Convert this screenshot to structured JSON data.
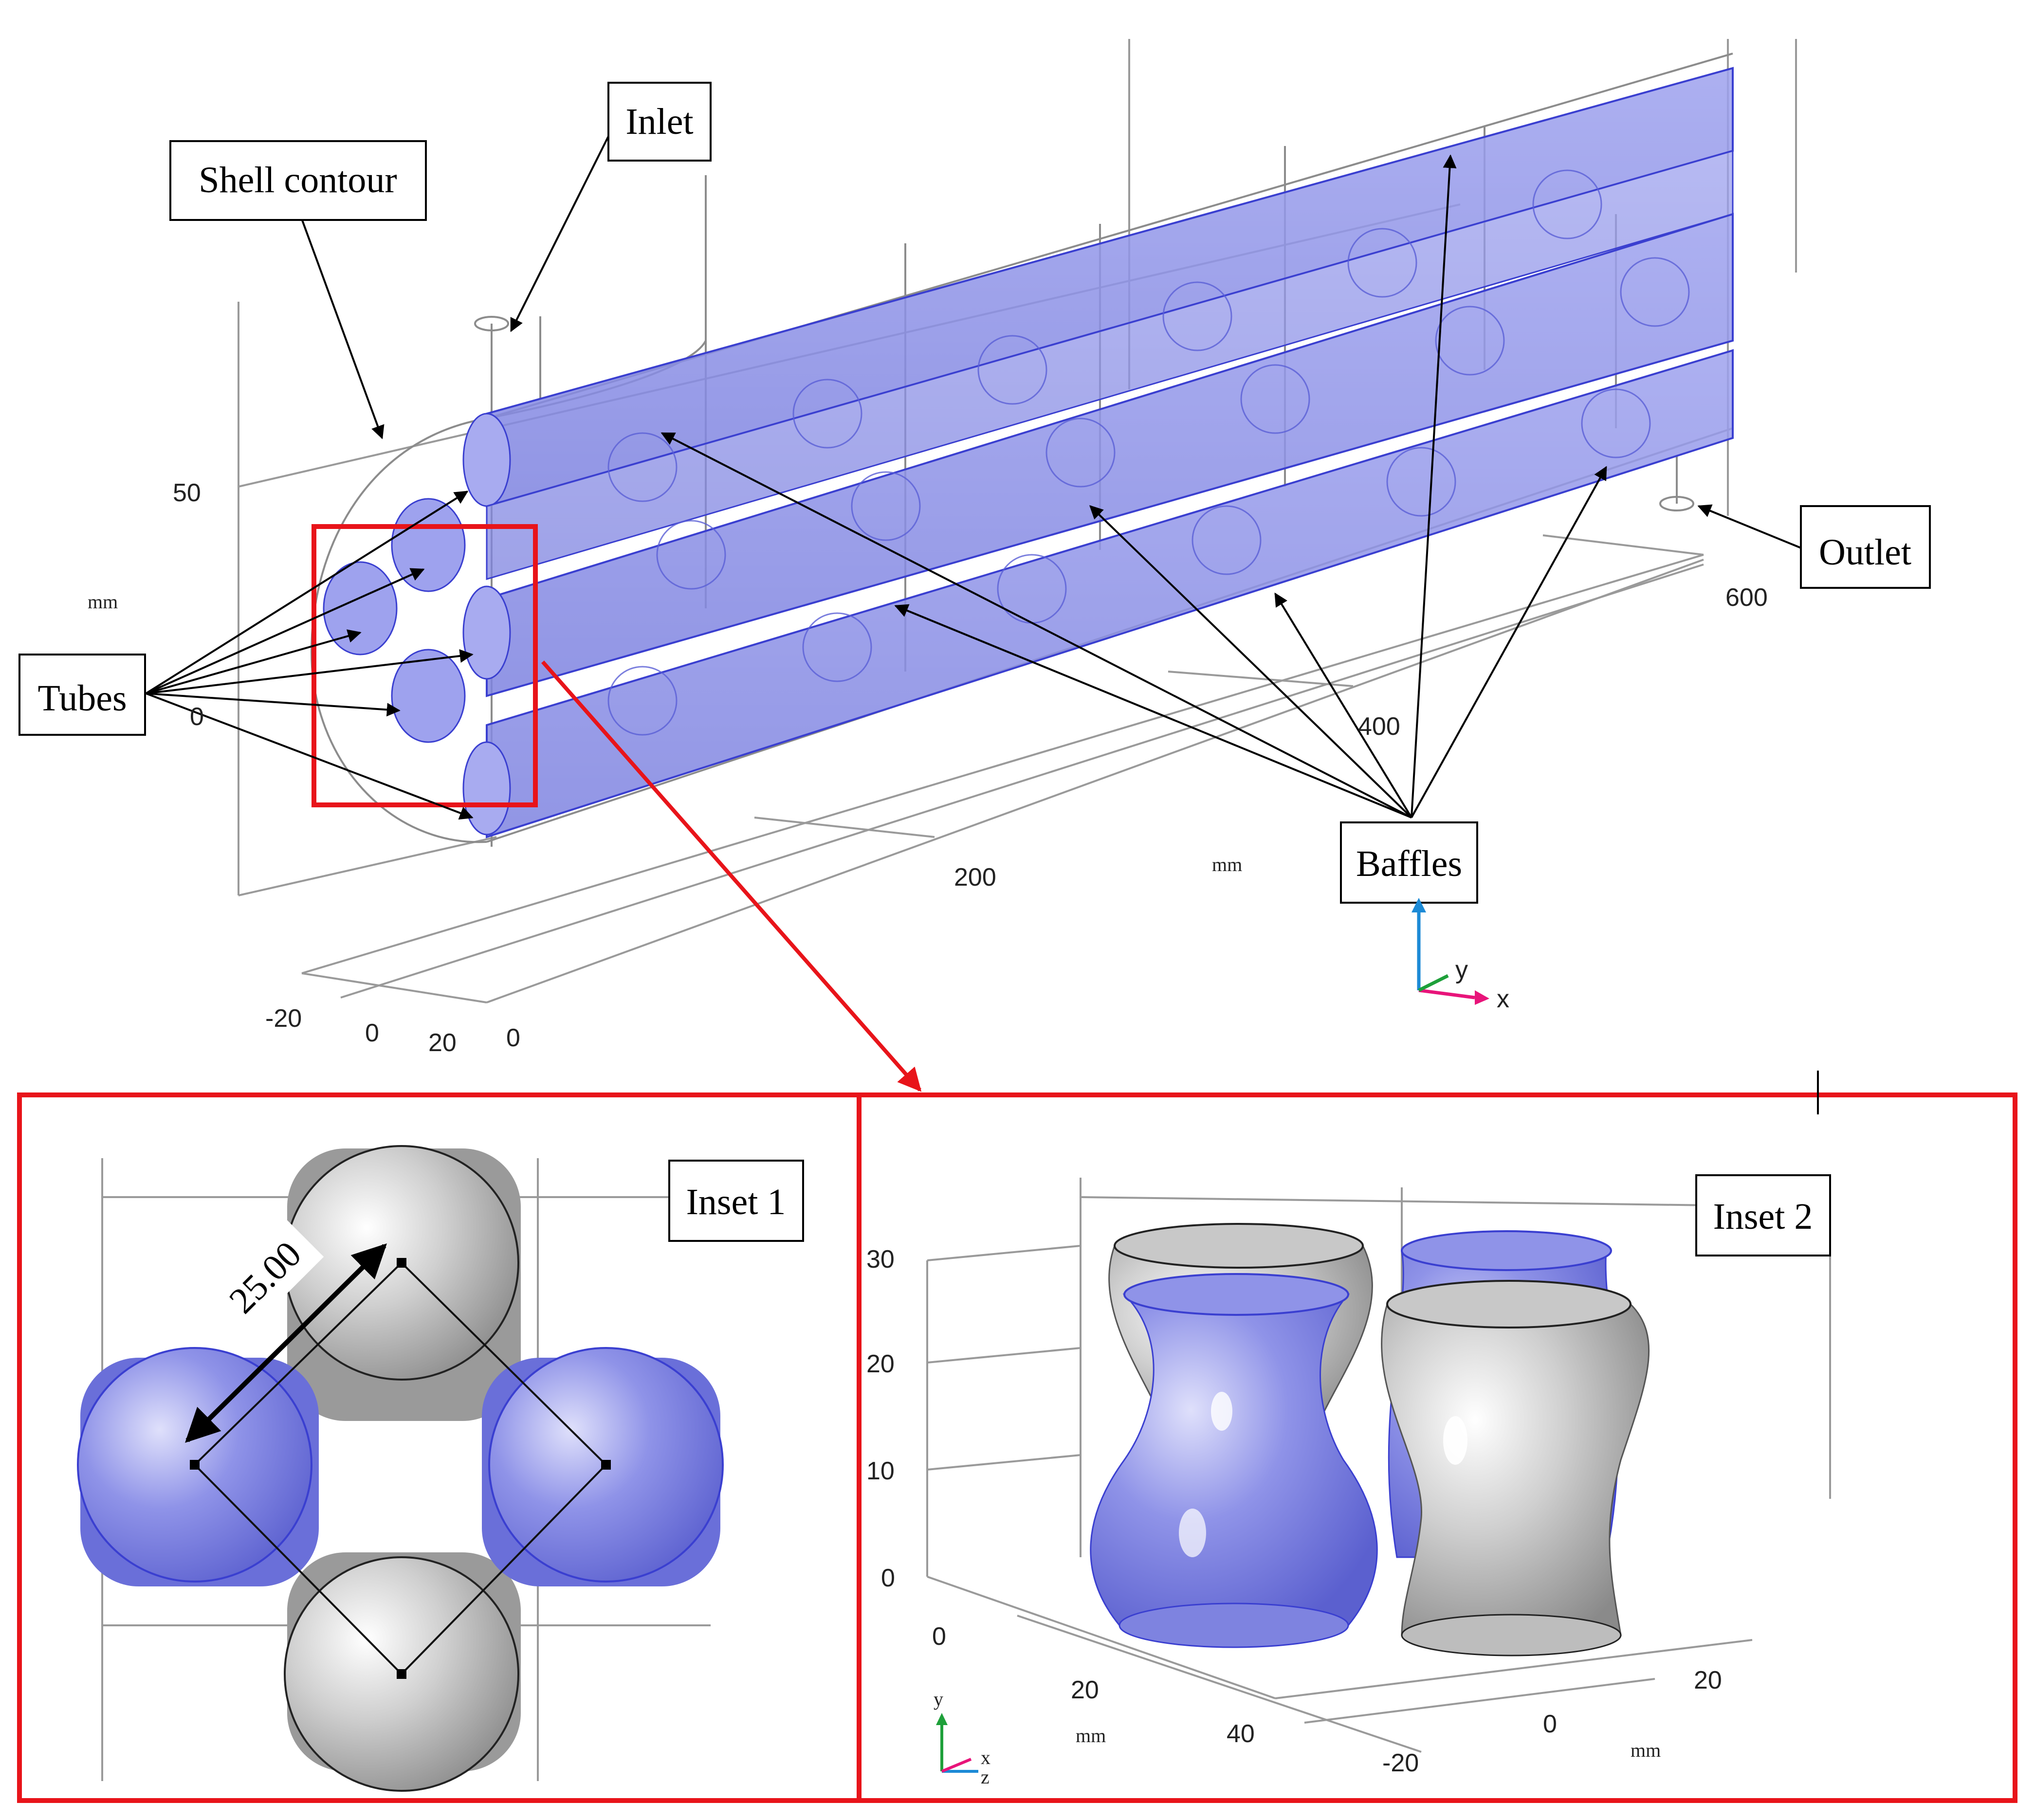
{
  "labels": {
    "shell_contour": "Shell contour",
    "inlet": "Inlet",
    "outlet": "Outlet",
    "tubes": "Tubes",
    "baffles": "Baffles",
    "inset1": "Inset 1",
    "inset2": "Inset 2",
    "dimension": "25.00"
  },
  "main_axes": {
    "y_ticks": [
      "50",
      "0"
    ],
    "y_unit": "mm",
    "x_ticks": [
      "200",
      "400",
      "600"
    ],
    "x_unit": "mm",
    "z_ticks": [
      "-20",
      "0",
      "20",
      "0"
    ],
    "z_unit": "mm",
    "triad": {
      "y": "y",
      "x": "x"
    }
  },
  "inset2_axes": {
    "vertical_ticks": [
      "30",
      "20",
      "10",
      "0"
    ],
    "left_ticks": [
      "0",
      "20",
      "40"
    ],
    "left_unit": "mm",
    "right_ticks": [
      "20",
      "0",
      "-20"
    ],
    "right_unit": "mm",
    "triad": {
      "y": "y",
      "x": "x",
      "z": "z"
    }
  },
  "colors": {
    "tube_blue": "#8f93e8",
    "tube_blue_dark": "#6a6fd9",
    "tube_edge": "#3a3fd0",
    "tube_gray": "#c4c4c4",
    "highlight_red": "#e8141a",
    "arrow": "#000000",
    "contour": "#8c8c8c"
  }
}
